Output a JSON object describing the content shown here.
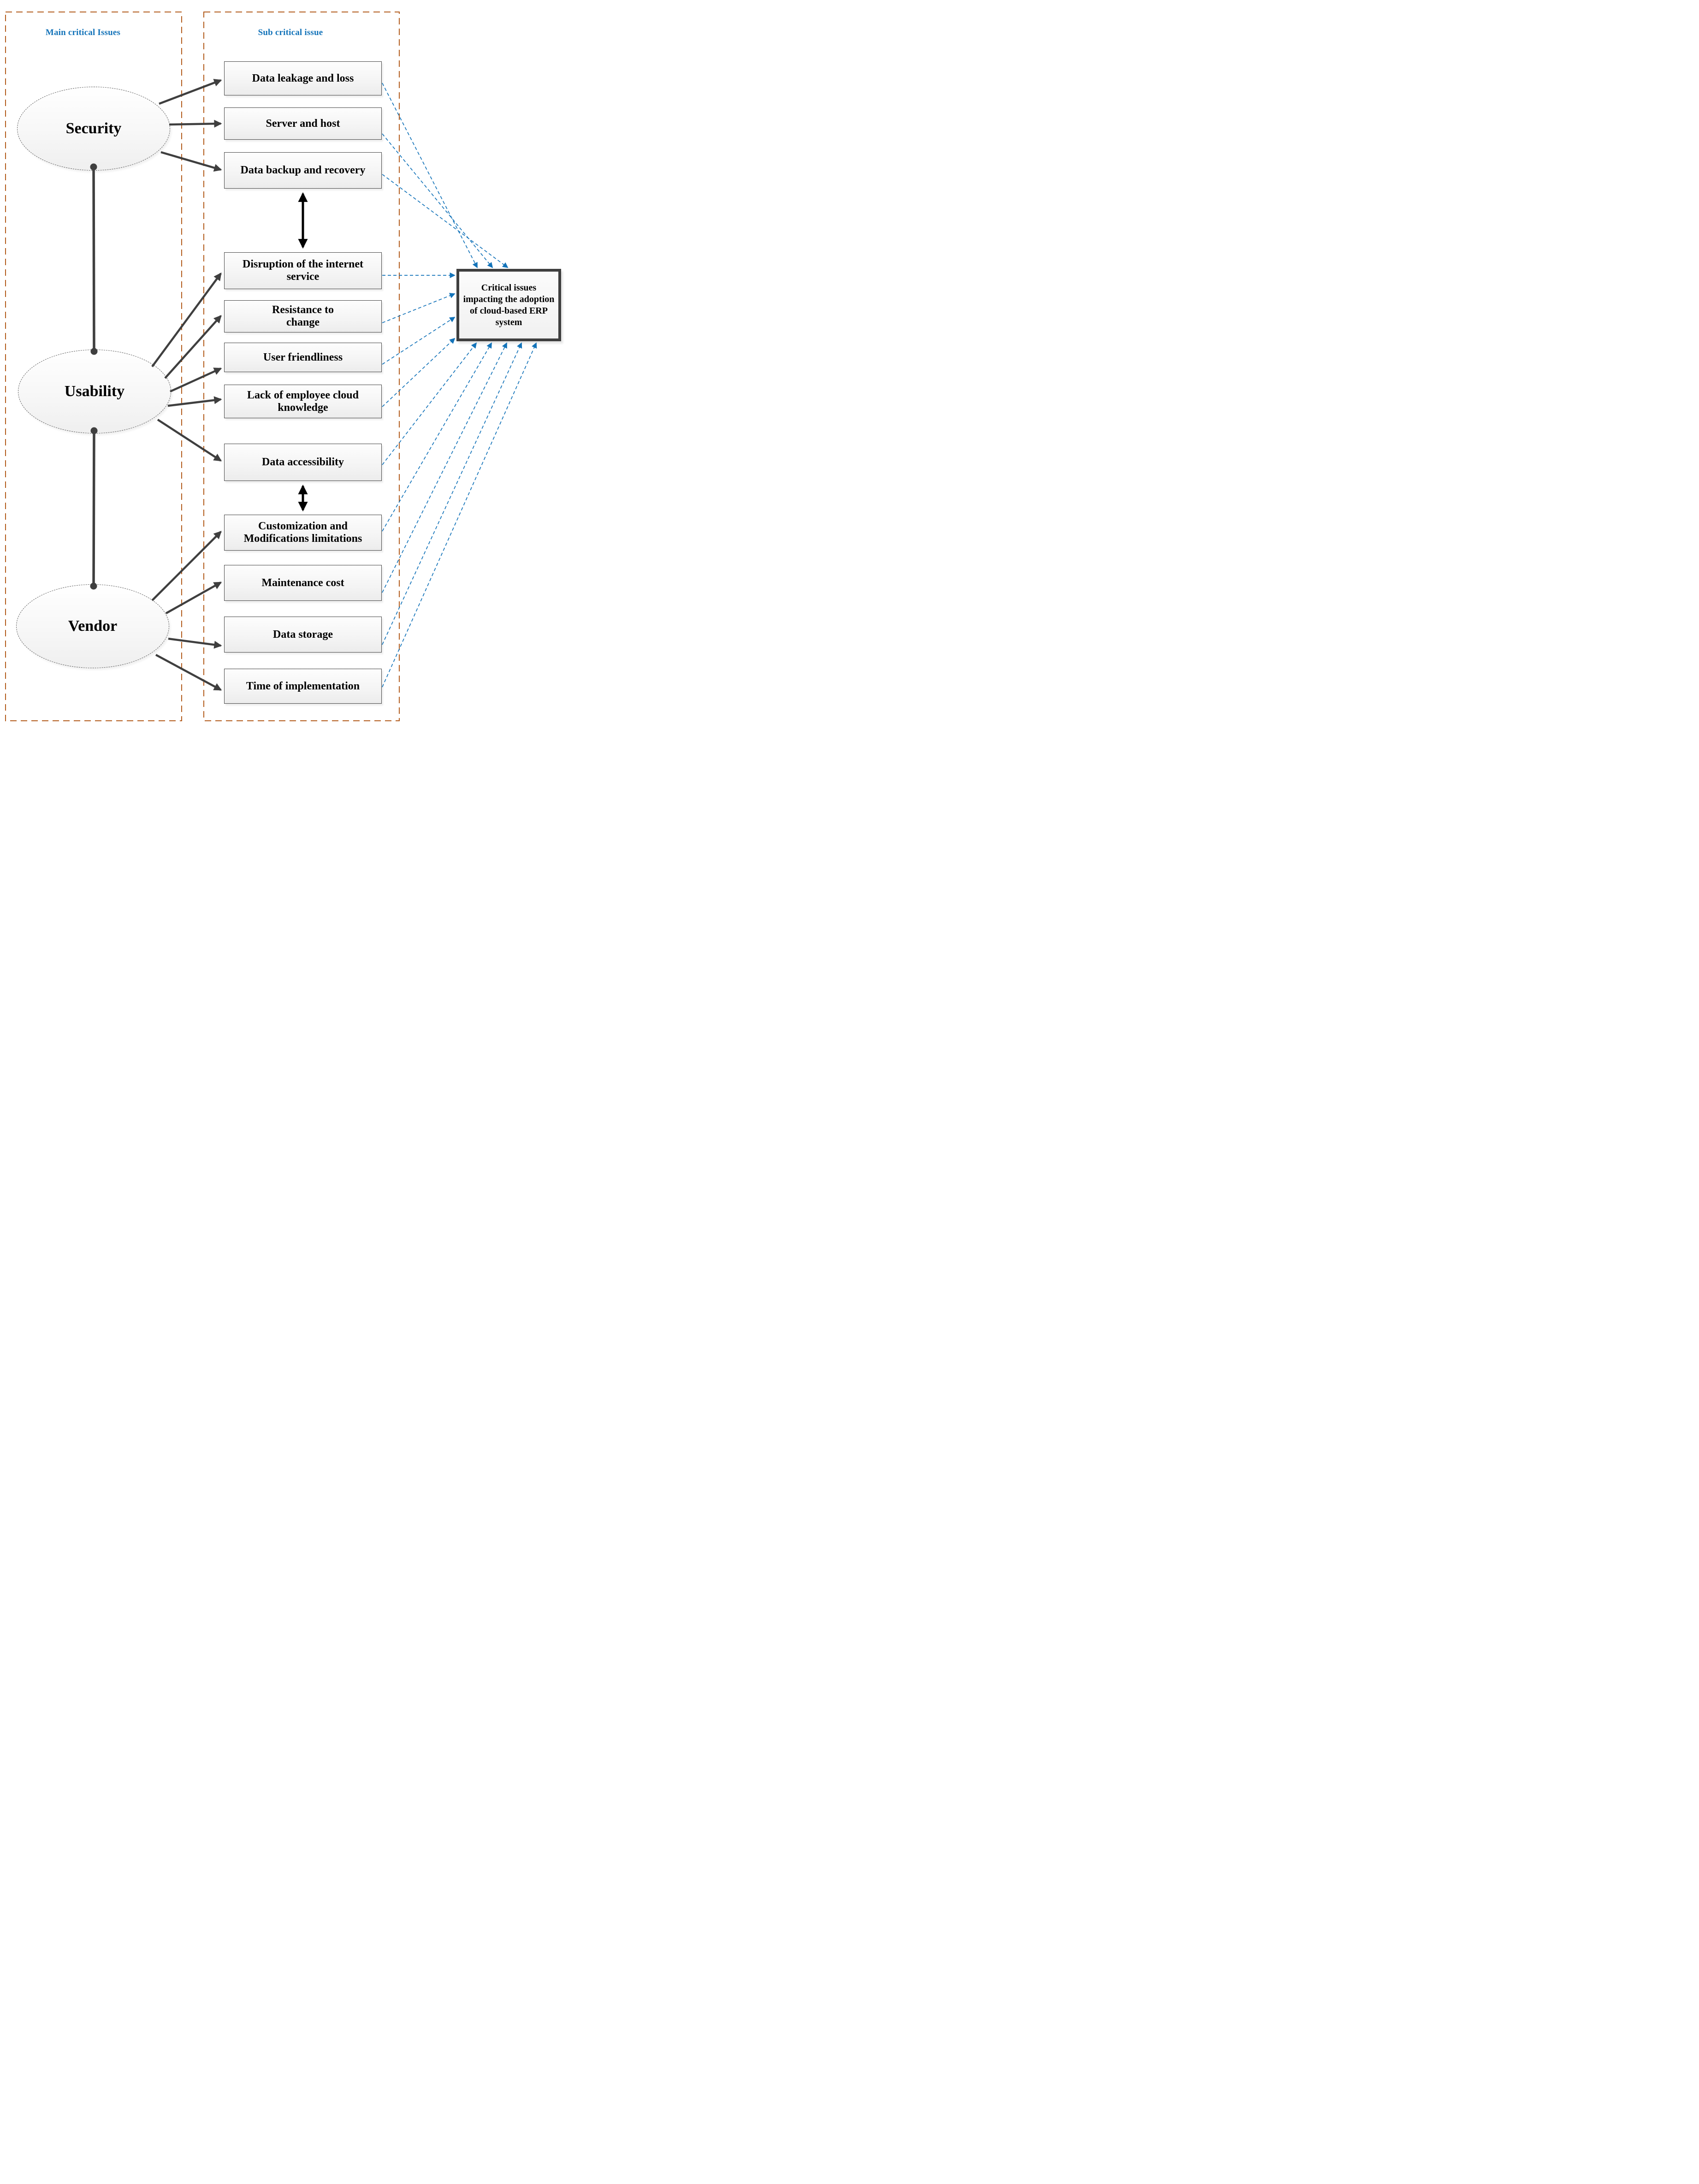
{
  "colors": {
    "accent_blue": "#1373b9",
    "accent_orange": "#b35d1e",
    "line_dark": "#3f3f3f",
    "arrow_black": "#000000"
  },
  "left_panel": {
    "title": "Main critical Issues",
    "main_issues": [
      "Security",
      "Usability",
      "Vendor"
    ]
  },
  "middle_panel": {
    "title": "Sub critical issue",
    "sub_issues": [
      "Data leakage and loss",
      "Server and host",
      "Data backup and recovery",
      "Disruption of the internet service",
      "Resistance to change",
      "User friendliness",
      "Lack of employee cloud knowledge",
      "Data accessibility",
      "Customization and Modifications limitations",
      "Maintenance cost",
      "Data storage",
      "Time of implementation"
    ]
  },
  "outcome": {
    "label": "Critical issues impacting the adoption of cloud-based ERP system"
  }
}
